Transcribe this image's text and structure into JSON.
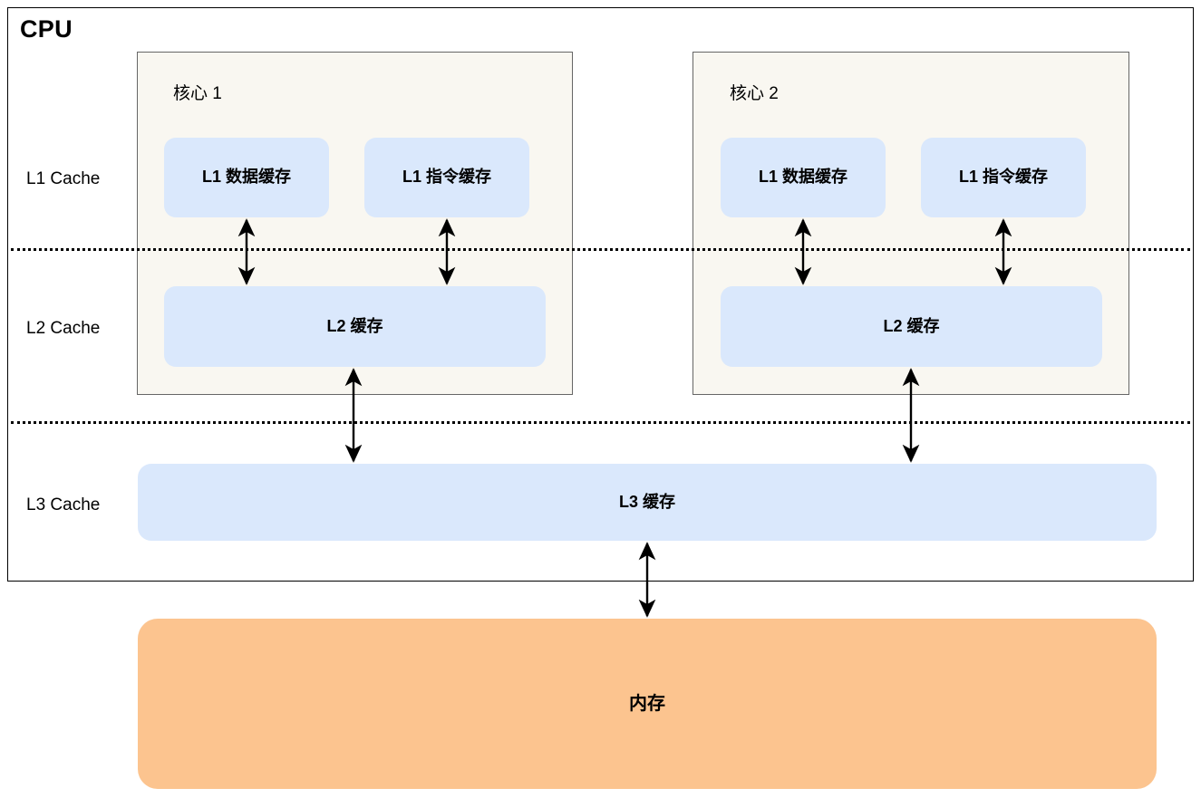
{
  "diagram": {
    "title": "CPU",
    "background": "#ffffff",
    "colors": {
      "cache_fill": "#dae8fc",
      "core_fill": "#f9f7f1",
      "core_stroke": "#666666",
      "memory_fill": "#fcc48f",
      "border": "#000000",
      "text": "#000000"
    }
  },
  "tier_labels": [
    {
      "id": "l1",
      "label": "L1 Cache"
    },
    {
      "id": "l2",
      "label": "L2 Cache"
    },
    {
      "id": "l3",
      "label": "L3 Cache"
    }
  ],
  "cores": [
    {
      "id": "core-1",
      "title": "核心 1",
      "caches": [
        {
          "id": "core1-l1d",
          "label": "L1 数据缓存",
          "level": "L1"
        },
        {
          "id": "core1-l1i",
          "label": "L1 指令缓存",
          "level": "L1"
        },
        {
          "id": "core1-l2",
          "label": "L2 缓存",
          "level": "L2"
        }
      ]
    },
    {
      "id": "core-2",
      "title": "核心 2",
      "caches": [
        {
          "id": "core2-l1d",
          "label": "L1 数据缓存",
          "level": "L1"
        },
        {
          "id": "core2-l1i",
          "label": "L1 指令缓存",
          "level": "L1"
        },
        {
          "id": "core2-l2",
          "label": "L2 缓存",
          "level": "L2"
        }
      ]
    }
  ],
  "shared": {
    "l3_cache": {
      "id": "l3-cache",
      "label": "L3 缓存",
      "level": "L3"
    },
    "memory": {
      "id": "main-memory",
      "label": "内存"
    }
  },
  "connections": [
    {
      "id": "core1-l1d-to-l2",
      "from": "core1-l2",
      "to": "core1-l1d",
      "style": "bidirectional"
    },
    {
      "id": "core1-l1i-to-l2",
      "from": "core1-l2",
      "to": "core1-l1i",
      "style": "bidirectional"
    },
    {
      "id": "core2-l1d-to-l2",
      "from": "core2-l2",
      "to": "core2-l1d",
      "style": "bidirectional"
    },
    {
      "id": "core2-l1i-to-l2",
      "from": "core2-l2",
      "to": "core2-l1i",
      "style": "bidirectional"
    },
    {
      "id": "core1-l2-to-l3",
      "from": "core1-l2",
      "to": "l3-cache",
      "style": "bidirectional"
    },
    {
      "id": "core2-l2-to-l3",
      "from": "core2-l2",
      "to": "l3-cache",
      "style": "bidirectional"
    },
    {
      "id": "l3-to-memory",
      "from": "l3-cache",
      "to": "main-memory",
      "style": "bidirectional"
    }
  ],
  "dividers": [
    {
      "id": "divider-l1-l2",
      "between": "L1 Cache / L2 Cache"
    },
    {
      "id": "divider-l2-l3",
      "between": "L2 Cache / L3 Cache"
    }
  ]
}
